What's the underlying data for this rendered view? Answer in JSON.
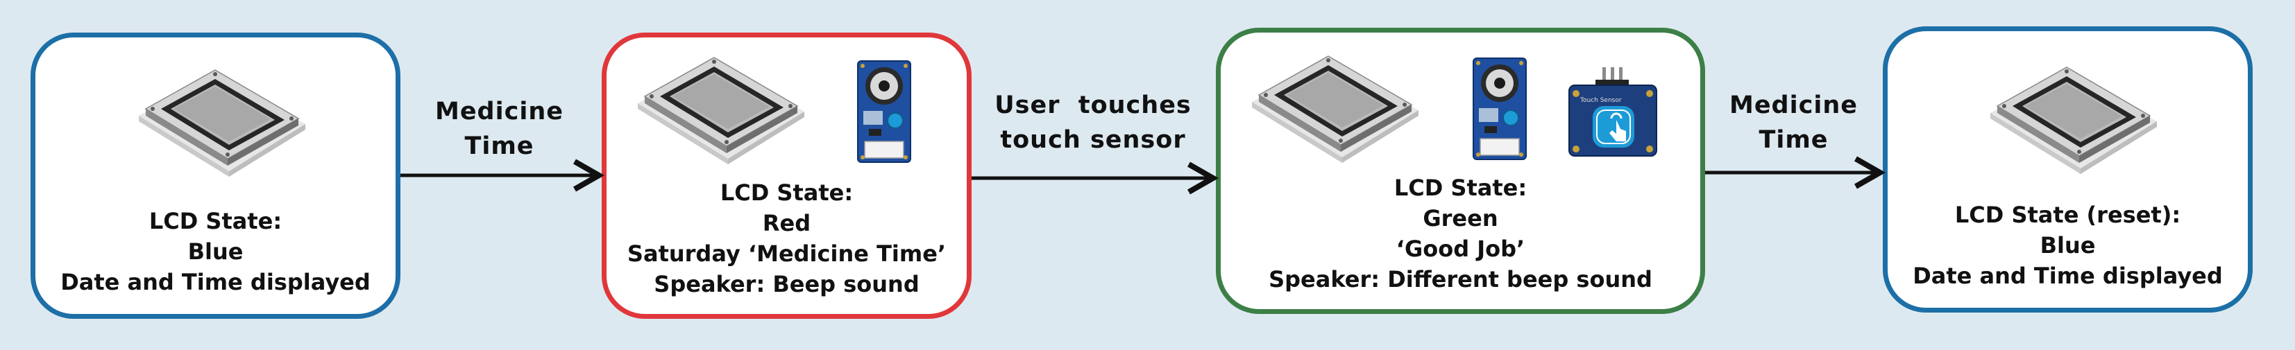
{
  "states": [
    {
      "lines": [
        "LCD State:",
        "Blue",
        "Date and Time displayed"
      ],
      "border_color": "#1d6fa7",
      "components": [
        "lcd"
      ]
    },
    {
      "lines": [
        "LCD State:",
        "Red",
        "Saturday ‘Medicine Time’",
        "Speaker: Beep sound"
      ],
      "border_color": "#e0373b",
      "components": [
        "lcd",
        "speaker"
      ]
    },
    {
      "lines": [
        "LCD State:",
        "Green",
        "‘Good Job’",
        "Speaker: Different beep sound"
      ],
      "border_color": "#3c7f47",
      "components": [
        "lcd",
        "speaker",
        "touch-sensor"
      ]
    },
    {
      "lines": [
        "LCD State (reset):",
        "Blue",
        "Date and Time displayed"
      ],
      "border_color": "#1d6fa7",
      "components": [
        "lcd"
      ]
    }
  ],
  "transitions": [
    {
      "lines": [
        "Medicine",
        "Time"
      ]
    },
    {
      "lines": [
        "User  touches",
        "touch sensor"
      ]
    },
    {
      "lines": [
        "Medicine",
        "Time"
      ]
    }
  ],
  "touch_sensor_caption": "Touch Sensor",
  "colors": {
    "background": "#dde9f0",
    "arrow": "#111111"
  }
}
